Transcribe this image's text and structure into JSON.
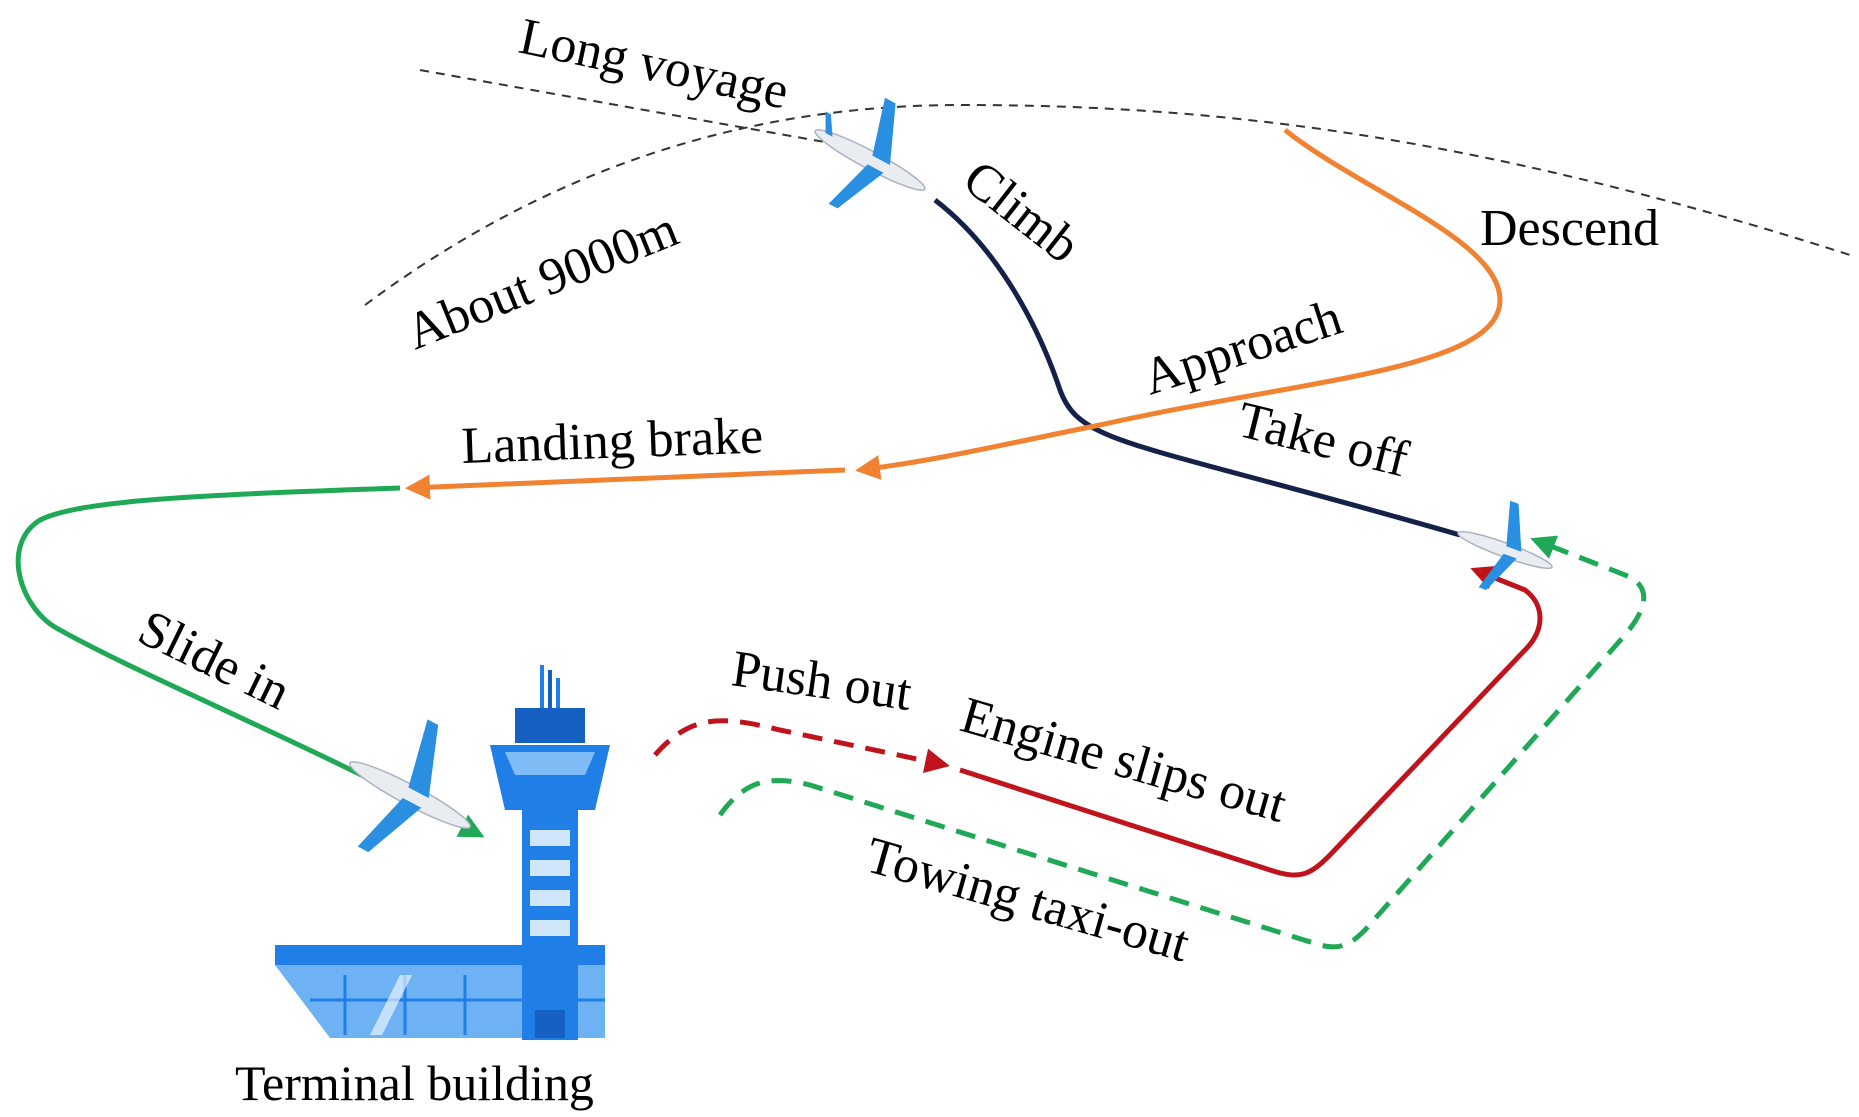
{
  "labels": {
    "long_voyage": "Long voyage",
    "about_altitude": "About 9000m",
    "climb": "Climb",
    "descend": "Descend",
    "approach": "Approach",
    "landing_brake": "Landing brake",
    "take_off": "Take off",
    "slide_in": "Slide in",
    "push_out": "Push out",
    "engine_slips_out": "Engine slips out",
    "towing_taxi_out": "Towing taxi-out",
    "terminal_building": "Terminal building"
  },
  "colors": {
    "climb": "#14224a",
    "descend": "#f08232",
    "slide_in": "#1fa855",
    "engine": "#c0141c",
    "towing": "#1fa855",
    "reference": "#333333",
    "tower_blue": "#1f7fe6",
    "tower_dark": "#1560c0"
  },
  "icons": [
    "airplane-icon",
    "control-tower-icon",
    "terminal-building-icon"
  ]
}
